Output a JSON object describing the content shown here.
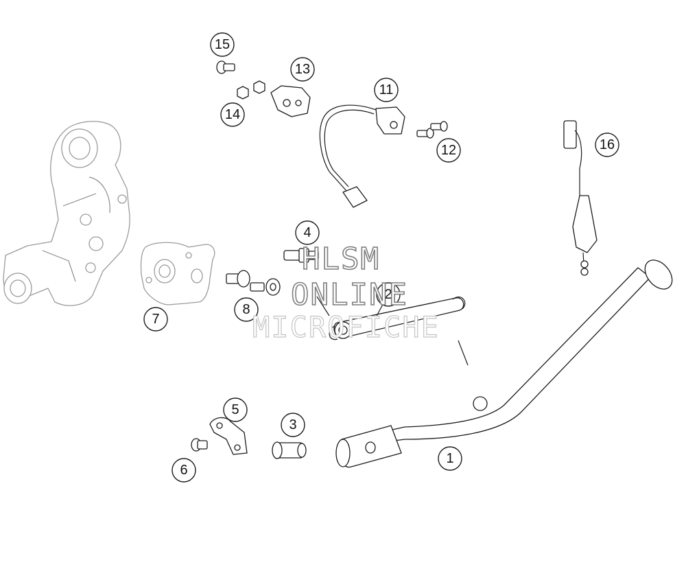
{
  "watermark": {
    "line1": "HLSM",
    "line2": "ONLINE",
    "line3": "MICROFICHE"
  },
  "callouts": [
    "1",
    "2",
    "3",
    "4",
    "5",
    "6",
    "7",
    "8",
    "11",
    "12",
    "13",
    "14",
    "15",
    "16"
  ]
}
